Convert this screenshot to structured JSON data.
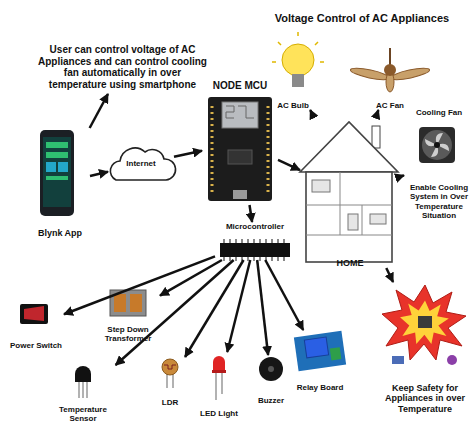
{
  "diagram": {
    "nodes": [
      {
        "text": [
          "User can control voltage of AC Appliances and can control cooling fan automatically in over temperature using smartphone"
        ]
      },
      {
        "text": [
          "Blynk App"
        ]
      },
      {
        "text": [
          "Internet"
        ]
      },
      {
        "text": [
          "NODE MCU"
        ]
      },
      {
        "text": [
          "Microcontroller"
        ]
      },
      {
        "text": [
          "HOME"
        ]
      },
      {
        "text": [
          "AC Bulb"
        ]
      },
      {
        "text": [
          "AC Fan"
        ]
      },
      {
        "text": [
          "Cooling Fan",
          "Enable Cooling System in Over Temperature Situation"
        ]
      },
      {
        "text": [
          "Keep Safety for Appliances in over Temperature"
        ]
      },
      {
        "text": [
          "Power Switch"
        ]
      },
      {
        "text": [
          "Step Down Transformer"
        ]
      },
      {
        "text": [
          "Temperature Sensor"
        ]
      },
      {
        "text": [
          "LDR"
        ]
      },
      {
        "text": [
          "LED Light"
        ]
      },
      {
        "text": [
          "Buzzer"
        ]
      },
      {
        "text": [
          "Relay Board"
        ]
      }
    ],
    "edges": [
      {
        "from": 1,
        "to": 0,
        "arrow": "to"
      },
      {
        "from": 1,
        "to": 2,
        "arrow": "to"
      },
      {
        "from": 2,
        "to": 3,
        "arrow": "to"
      },
      {
        "from": 3,
        "to": 5,
        "arrow": "to"
      },
      {
        "from": 3,
        "to": 4,
        "arrow": "to"
      },
      {
        "from": 5,
        "to": 6,
        "arrow": "to"
      },
      {
        "from": 5,
        "to": 7,
        "arrow": "to"
      },
      {
        "from": 5,
        "to": 8,
        "arrow": "to"
      },
      {
        "from": 5,
        "to": 9,
        "arrow": "to"
      },
      {
        "from": 4,
        "to": 10,
        "arrow": "to"
      },
      {
        "from": 4,
        "to": 11,
        "arrow": "to"
      },
      {
        "from": 4,
        "to": 12,
        "arrow": "to"
      },
      {
        "from": 4,
        "to": 13,
        "arrow": "to"
      },
      {
        "from": 4,
        "to": 14,
        "arrow": "to"
      },
      {
        "from": 4,
        "to": 15,
        "arrow": "to"
      },
      {
        "from": 4,
        "to": 16,
        "arrow": "to"
      }
    ],
    "labels": [
      "Voltage Control of AC Appliances"
    ]
  }
}
